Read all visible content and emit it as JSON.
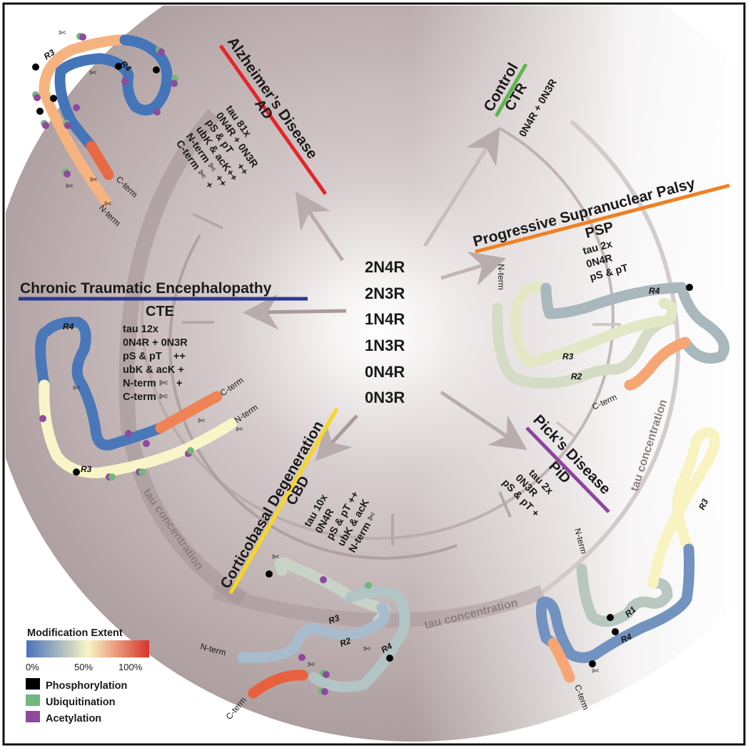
{
  "center": {
    "isoforms": [
      "2N4R",
      "2N3R",
      "1N4R",
      "1N3R",
      "0N4R",
      "0N3R"
    ]
  },
  "axis_label": "tau concentration",
  "diseases": {
    "ad": {
      "name": "Alzheimer’s Disease",
      "abbr": "AD",
      "color": "#e3262b",
      "lines": [
        "tau 81x",
        "0N4R + 0N3R",
        "pS & pT     ++",
        "ubK & acK++",
        "N-term ✄  ++",
        "C-term ✄  +"
      ]
    },
    "ctr": {
      "name": "Control",
      "abbr": "CTR",
      "color": "#5db84a",
      "lines": [
        "0N4R + 0N3R"
      ]
    },
    "psp": {
      "name": "Progressive Supranuclear Palsy",
      "abbr": "PSP",
      "color": "#f07f22",
      "lines": [
        "tau 2x",
        "0N4R",
        "pS & pT"
      ]
    },
    "cte": {
      "name": "Chronic Traumatic Encephalopathy",
      "abbr": "CTE",
      "color": "#2b3990",
      "lines": [
        "tau 12x",
        "0N4R + 0N3R",
        "pS & pT    ++",
        "ubK & acK +",
        "N-term ✄   +",
        "C-term ✄"
      ]
    },
    "cbd": {
      "name": "Corticobasal Degeneration",
      "abbr": "CBD",
      "color": "#f9d71c",
      "lines": [
        "tau 10x",
        "0N4R",
        "pS & pT ++",
        "ubK & acK",
        "N-term ✄"
      ]
    },
    "pid": {
      "name": "Pick’s Disease",
      "abbr": "PiD",
      "color": "#8e44a0",
      "lines": [
        "tau 2x",
        "0N3R",
        "pS & pT +"
      ]
    }
  },
  "structure_labels": {
    "n_term": "N-term",
    "c_term": "C-term",
    "r1": "R1",
    "r2": "R2",
    "r3": "R3",
    "r4": "R4",
    "scissors": "✄"
  },
  "legend": {
    "title": "Modification Extent",
    "scale_ticks": [
      "0%",
      "50%",
      "100%"
    ],
    "gradient_colors": [
      "#4a74b8",
      "#f8f4c4",
      "#d8342a"
    ],
    "items": [
      {
        "label": "Phosphorylation",
        "color": "#000000"
      },
      {
        "label": "Ubiquitination",
        "color": "#72b77d"
      },
      {
        "label": "Acetylation",
        "color": "#8e4a9c"
      }
    ]
  }
}
